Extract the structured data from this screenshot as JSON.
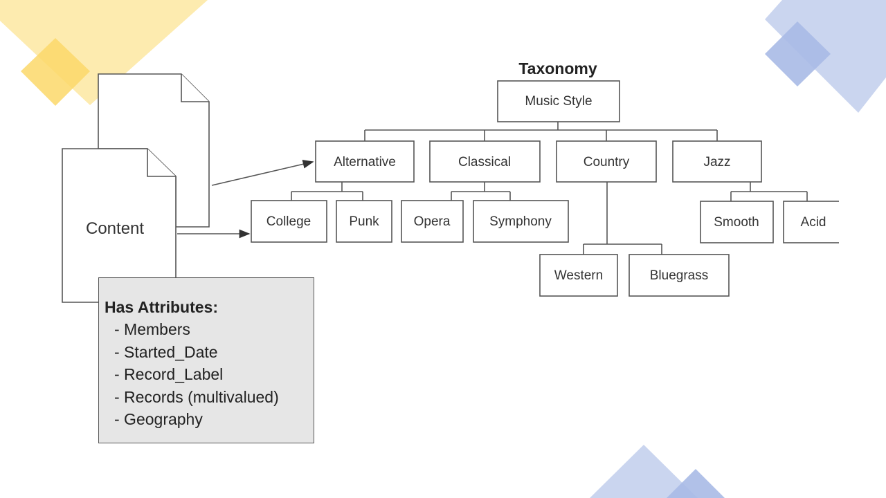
{
  "theme": {
    "yellow": "#fde9a6",
    "yellow_dark": "#fcd86a",
    "blue": "#c7d3ee",
    "blue_dark": "#a9bae6",
    "line": "#555555",
    "panel_fill": "#e6e6e6"
  },
  "taxonomy": {
    "title": "Taxonomy",
    "root": "Music Style",
    "categories": [
      {
        "label": "Alternative",
        "children": [
          "College",
          "Punk"
        ]
      },
      {
        "label": "Classical",
        "children": [
          "Opera",
          "Symphony"
        ]
      },
      {
        "label": "Country",
        "children": [
          "Western",
          "Bluegrass"
        ]
      },
      {
        "label": "Jazz",
        "children": [
          "Smooth",
          "Acid"
        ]
      }
    ]
  },
  "content": {
    "label": "Content"
  },
  "attributes": {
    "title": "Has Attributes:",
    "items": [
      "- Members",
      "- Started_Date",
      "- Record_Label",
      "- Records (multivalued)",
      "- Geography"
    ]
  }
}
